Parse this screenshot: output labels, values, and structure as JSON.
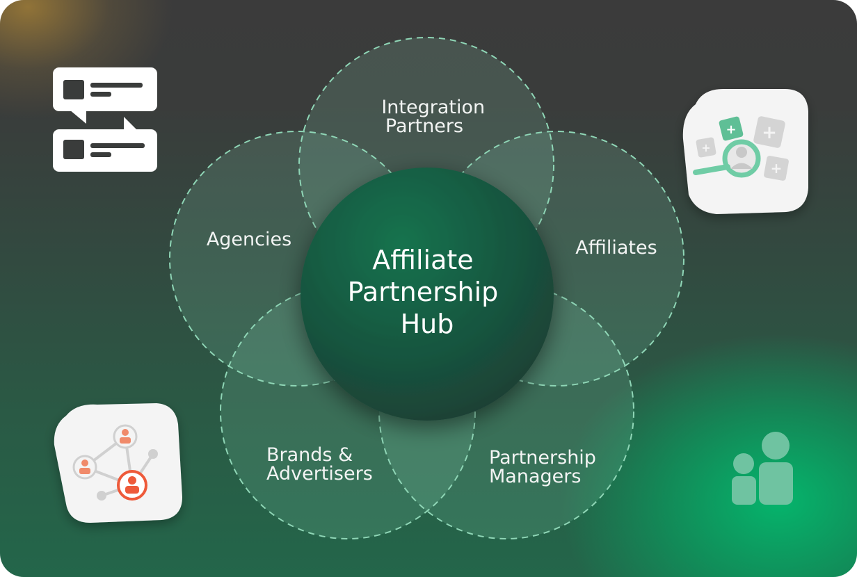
{
  "diagram": {
    "hub": {
      "lines": [
        "Affiliate",
        "Partnership",
        "Hub"
      ]
    },
    "petals": [
      {
        "id": "integration-partners",
        "lines": [
          "Integration",
          "Partners"
        ]
      },
      {
        "id": "affiliates",
        "lines": [
          "Affiliates"
        ]
      },
      {
        "id": "partnership-managers",
        "lines": [
          "Partnership",
          "Managers"
        ]
      },
      {
        "id": "brands-advertisers",
        "lines": [
          "Brands &",
          "Advertisers"
        ]
      },
      {
        "id": "agencies",
        "lines": [
          "Agencies"
        ]
      }
    ]
  },
  "icons": [
    {
      "name": "chat-bubbles-icon"
    },
    {
      "name": "search-users-icon"
    },
    {
      "name": "network-icon"
    },
    {
      "name": "users-icon"
    }
  ],
  "colors": {
    "hub": "#13664a",
    "petal_stroke": "#8fd6b6",
    "accent_orange": "#ee5a3a",
    "accent_green": "#6fcca5"
  }
}
